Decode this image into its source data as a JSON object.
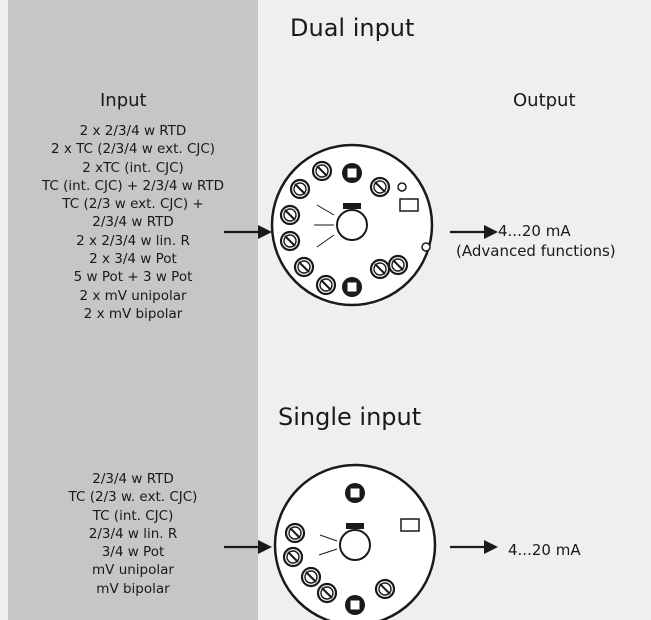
{
  "dual": {
    "title": "Dual input",
    "input_heading": "Input",
    "output_heading": "Output",
    "inputs": [
      "2 x 2/3/4 w RTD",
      "2 x TC (2/3/4 w ext. CJC)",
      "2 xTC (int. CJC)",
      "TC (int. CJC) + 2/3/4 w RTD",
      "TC (2/3 w ext. CJC) +",
      "2/3/4 w RTD",
      "2 x 2/3/4 w lin. R",
      "2 x 3/4 w Pot",
      "5 w Pot + 3 w Pot",
      "2 x mV unipolar",
      "2 x mV bipolar"
    ],
    "output_value": "4...20 mA",
    "output_note": "(Advanced functions)"
  },
  "single": {
    "title": "Single input",
    "inputs": [
      "2/3/4 w RTD",
      "TC (2/3 w. ext. CJC)",
      "TC (int. CJC)",
      "2/3/4 w lin. R",
      "3/4 w Pot",
      "mV unipolar",
      "mV bipolar"
    ],
    "output_value": "4...20 mA"
  },
  "colors": {
    "left_band": "#c6c6c6",
    "background": "#efefef",
    "ink": "#1a1a1a"
  }
}
